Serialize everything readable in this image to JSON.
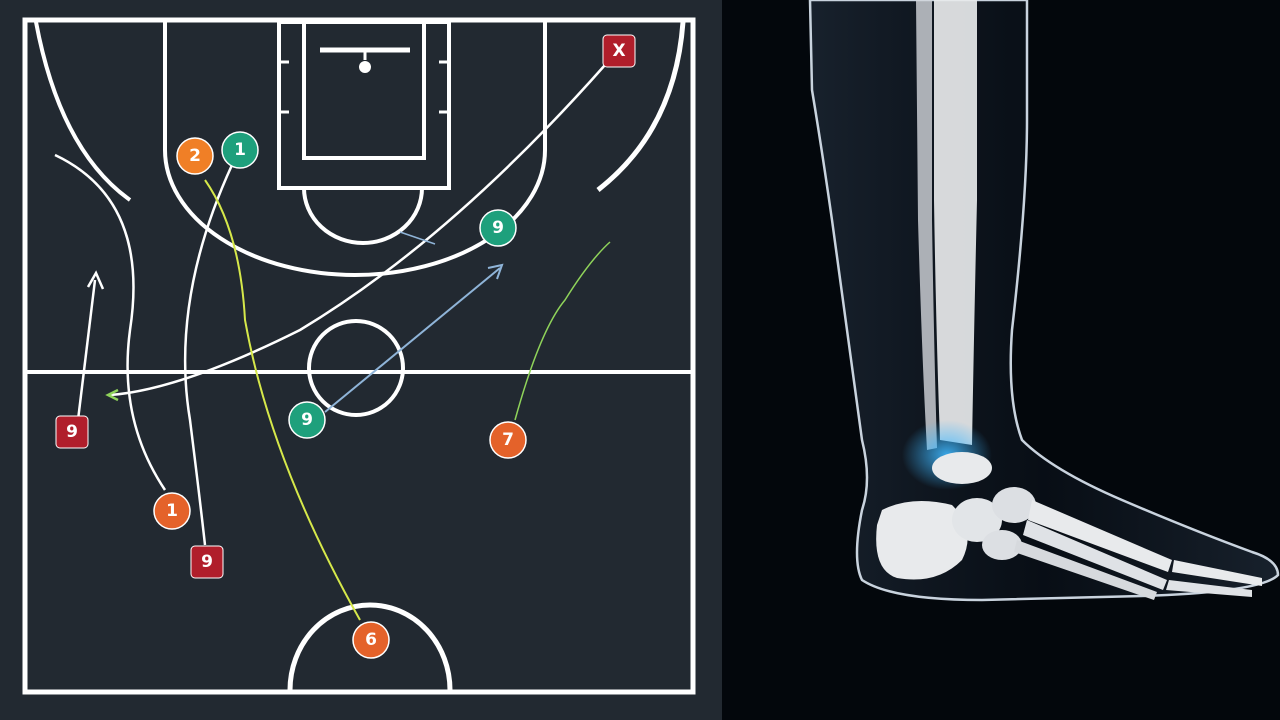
{
  "markers": [
    {
      "id": "m2-top",
      "label": "2",
      "shape": "circle",
      "color": "#f07f26"
    },
    {
      "id": "m1-top",
      "label": "1",
      "shape": "circle",
      "color": "#1ea07c"
    },
    {
      "id": "m9-right",
      "label": "9",
      "shape": "circle",
      "color": "#1ea07c"
    },
    {
      "id": "m9-center",
      "label": "9",
      "shape": "circle",
      "color": "#1ea07c"
    },
    {
      "id": "m7",
      "label": "7",
      "shape": "circle",
      "color": "#e4622a"
    },
    {
      "id": "m9-left",
      "label": "9",
      "shape": "square",
      "color": "#b01e2b"
    },
    {
      "id": "m1-low",
      "label": "1",
      "shape": "circle",
      "color": "#e4622a"
    },
    {
      "id": "m9-low",
      "label": "9",
      "shape": "square",
      "color": "#b01e2b"
    },
    {
      "id": "m6",
      "label": "6",
      "shape": "circle",
      "color": "#e4622a"
    },
    {
      "id": "mx",
      "label": "X",
      "shape": "square",
      "color": "#b01e2b"
    }
  ],
  "colors": {
    "court_lines": "#ffffff",
    "path_yellow": "#d6e84a",
    "path_green": "#8fd35a",
    "path_blue": "#8fb4d8",
    "bone": "#e8eaec",
    "joint_glow": "#3fb8ff"
  }
}
